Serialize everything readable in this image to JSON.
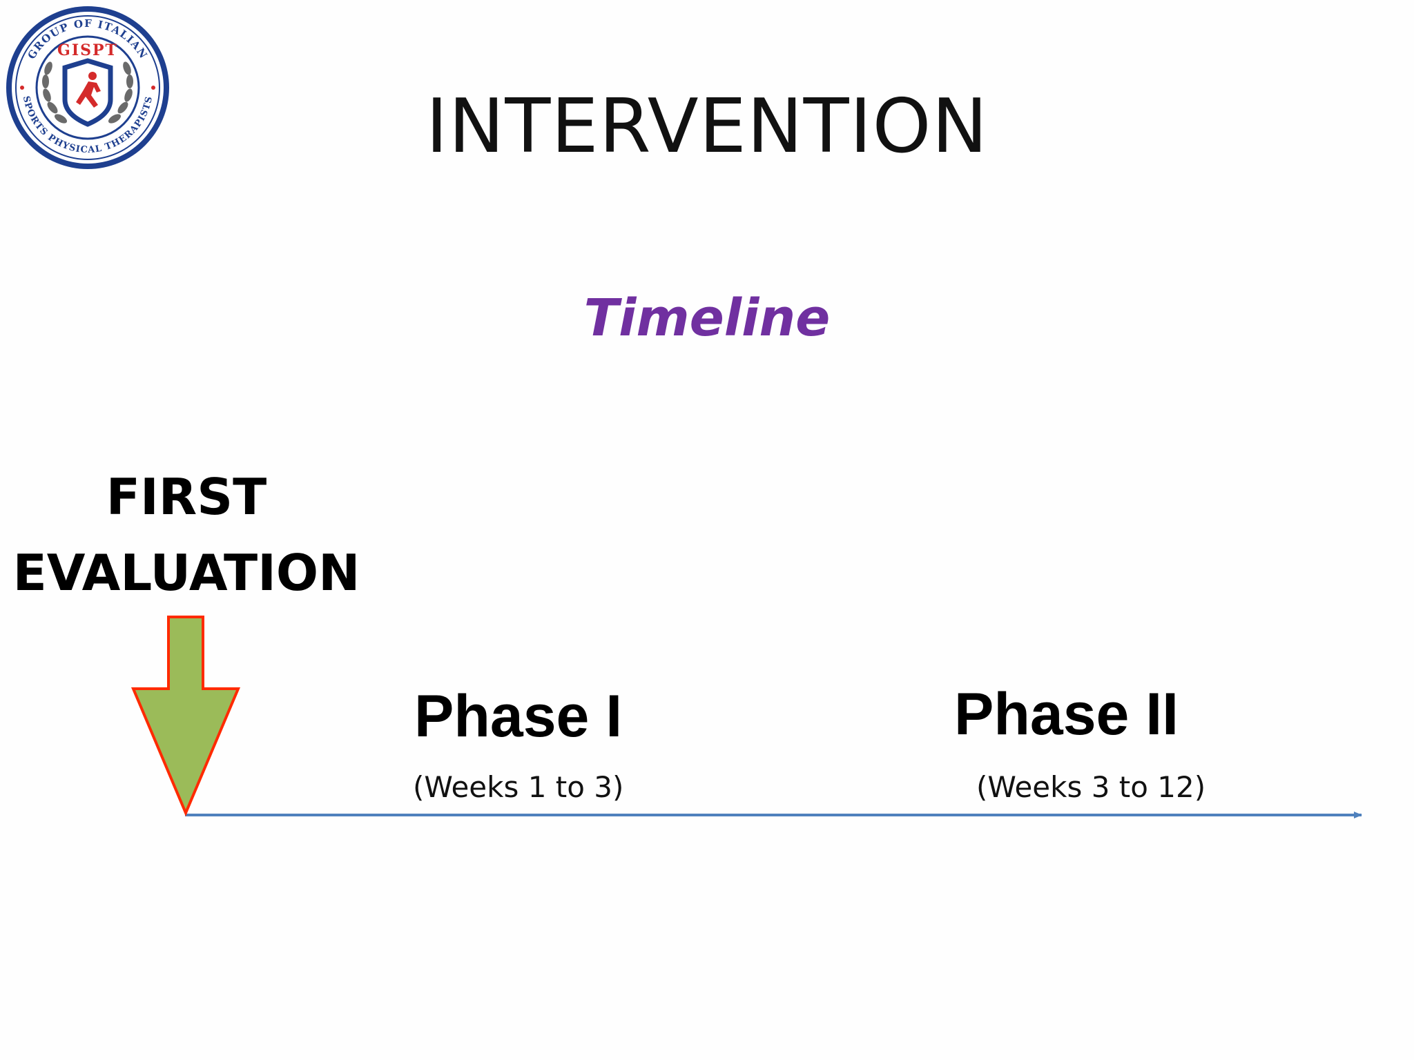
{
  "logo": {
    "ring_text_top": "GROUP OF ITALIAN",
    "ring_text_bottom": "SPORTS PHYSICAL THERAPISTS",
    "badge_text": "GISPT",
    "colors": {
      "ring": "#1e3f8f",
      "badge_red": "#d42a2a",
      "laurel": "#6a6a6a"
    }
  },
  "slide": {
    "title": "INTERVENTION",
    "subtitle": "Timeline",
    "subtitle_color": "#7030a0"
  },
  "timeline": {
    "first_evaluation": [
      "FIRST",
      "EVALUATION"
    ],
    "marker_colors": {
      "fill": "#9bbb59",
      "stroke": "#ff2a00"
    },
    "axis_color": "#4f81bd",
    "phases": [
      {
        "label": "Phase I",
        "weeks": "(Weeks 1 to 3)"
      },
      {
        "label": "Phase II",
        "weeks": "(Weeks 3 to 12)"
      }
    ]
  }
}
